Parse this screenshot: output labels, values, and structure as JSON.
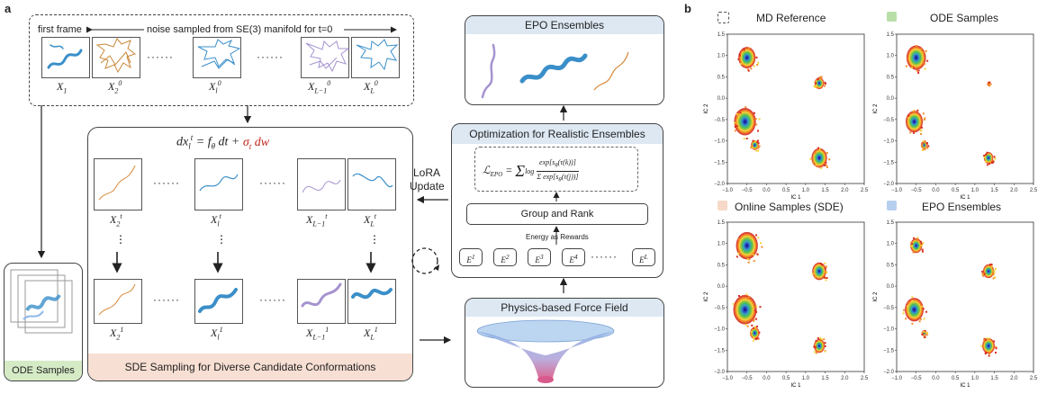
{
  "panel_a": {
    "letter": "a",
    "first_frame": "first frame",
    "noise_caption": "noise sampled from SE(3) manifold for t=0",
    "top_labels": [
      "X1",
      "X2 0",
      "Xl 0",
      "XL−1 0",
      "XL 0"
    ],
    "ellipsis": "······",
    "sde_equation": "dxₗᵗ = f_θ dt + σ_t dw",
    "sde_eq_black": "dx",
    "sde_eq_mid": " = f",
    "sde_eq_dt": " dt + ",
    "sde_eq_red": "σ",
    "sde_eq_red2": "dw",
    "mid_labels": [
      "X2 t",
      "Xl t",
      "XL−1 t",
      "XL t"
    ],
    "bottom_labels": [
      "X2 1",
      "Xl 1",
      "XL−1 1",
      "XL 1"
    ],
    "sde_footer": "SDE Sampling for Diverse Candidate Conformations",
    "ode_footer": "ODE Samples",
    "lora": "LoRA",
    "update": "Update",
    "epo_title": "EPO Ensembles",
    "opt_title": "Optimization for Realistic Ensembles",
    "loss_lhs": "ℒ",
    "loss_sub": "EPO",
    "group_rank": "Group and Rank",
    "energy_rewards": "Energy as Rewards",
    "energies": [
      "E1",
      "E2",
      "E3",
      "E4",
      "EL"
    ],
    "force_field": "Physics-based Force Field"
  },
  "panel_b": {
    "letter": "b",
    "plots": [
      {
        "title": "MD Reference",
        "legend_color": "#ffffff",
        "legend_border": "dashed"
      },
      {
        "title": "ODE Samples",
        "legend_color": "#b8dfa8",
        "legend_border": "none"
      },
      {
        "title": "Online Samples (SDE)",
        "legend_color": "#f6d9c8",
        "legend_border": "none"
      },
      {
        "title": "EPO Ensembles",
        "legend_color": "#b7cfee",
        "legend_border": "none"
      }
    ],
    "xlabel": "IC 1",
    "ylabel": "IC 2",
    "xticks": [
      "−1.0",
      "−0.5",
      "0.0",
      "0.5",
      "1.0",
      "1.5",
      "2.0",
      "2.5"
    ],
    "yticks": [
      "1.5",
      "1.0",
      "0.5",
      "0.0",
      "−0.5",
      "−1.0",
      "−1.5",
      "−2.0"
    ],
    "xlim": [
      -1.0,
      2.5
    ],
    "ylim": [
      -2.0,
      1.5
    ]
  },
  "colors": {
    "header_blue": "#dde8f3",
    "sde_footer_bg": "#f7dfd3",
    "ode_footer_bg": "#d5ebc6",
    "protein_blue": "#3a8fc9",
    "protein_purple": "#a593cf",
    "protein_orange": "#d88a3b",
    "sigma_red": "#c0281d"
  }
}
